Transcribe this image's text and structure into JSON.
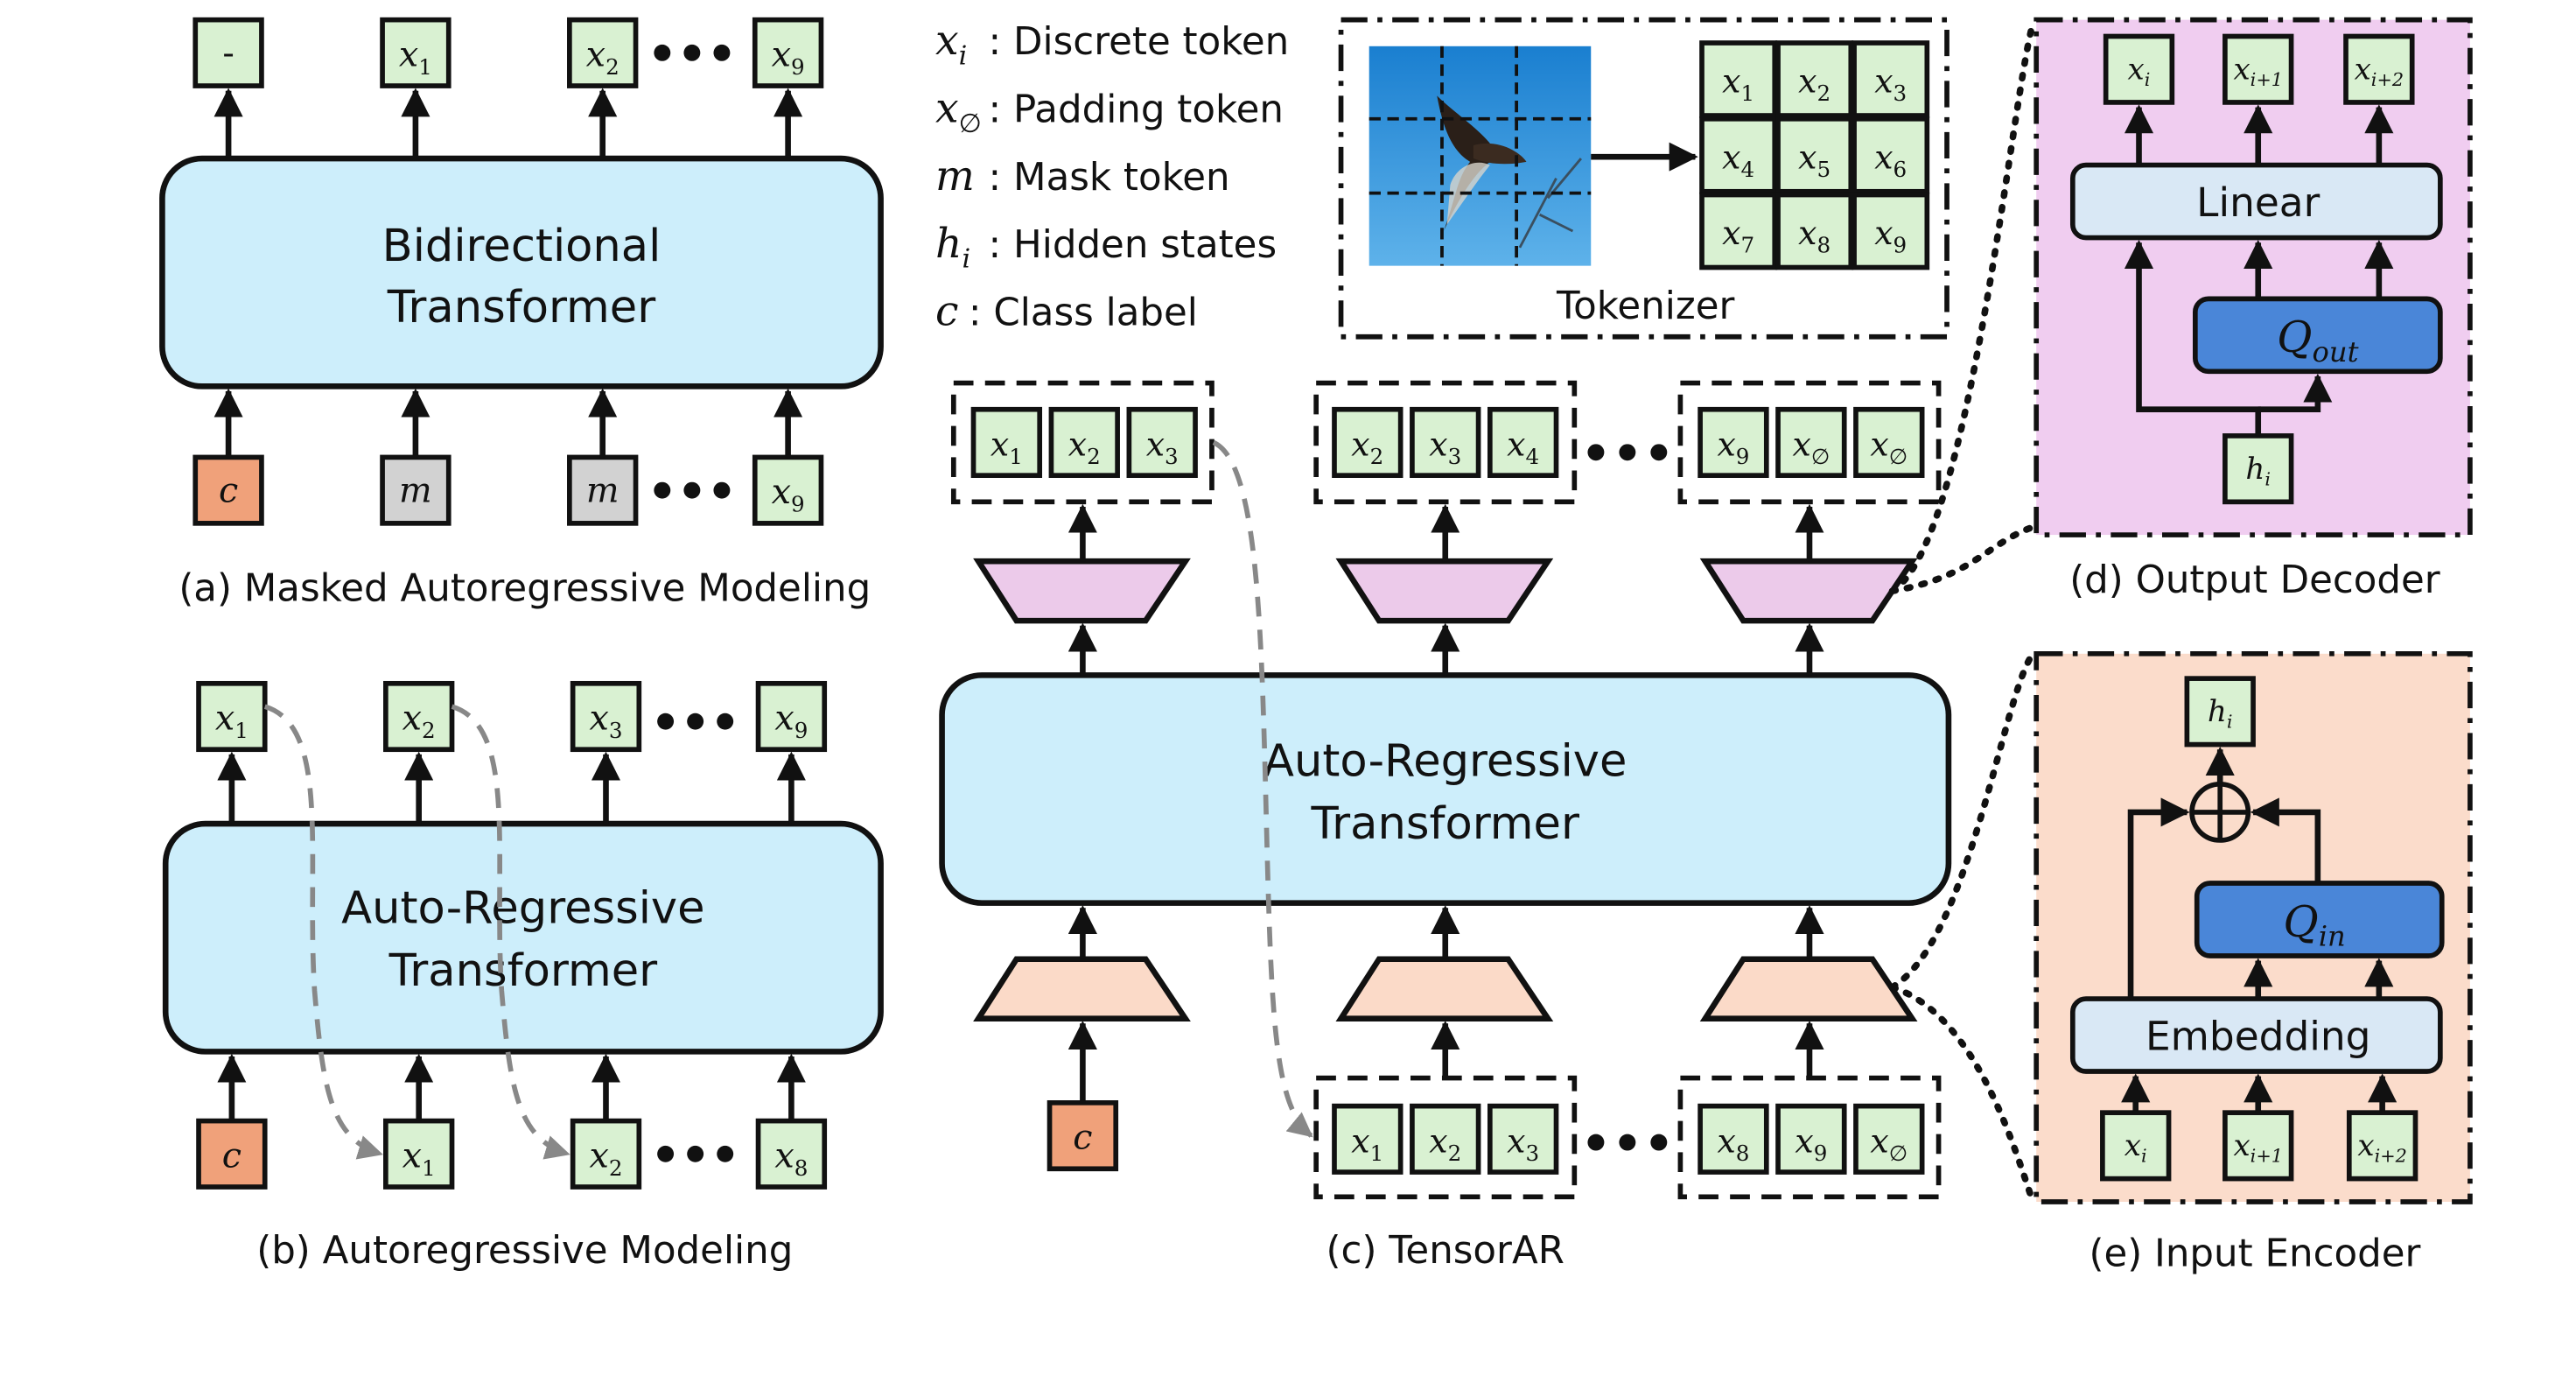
{
  "legend": {
    "items": [
      {
        "symbol": "x",
        "sub": "i",
        "text": ": Discrete token"
      },
      {
        "symbol": "x",
        "sub": "∅",
        "text": ": Padding token"
      },
      {
        "symbol": "m",
        "sub": "",
        "text": ": Mask token"
      },
      {
        "symbol": "h",
        "sub": "i",
        "text": ": Hidden states"
      },
      {
        "symbol": "c",
        "sub": "",
        "text": ":  Class label"
      }
    ]
  },
  "tokenizer": {
    "label": "Tokenizer",
    "grid": [
      [
        "1",
        "2",
        "3"
      ],
      [
        "4",
        "5",
        "6"
      ],
      [
        "7",
        "8",
        "9"
      ]
    ]
  },
  "panel_a": {
    "title_line1": "Bidirectional",
    "title_line2": "Transformer",
    "caption": "(a) Masked Autoregressive Modeling",
    "outputs": [
      "-",
      "1",
      "2",
      "9"
    ],
    "inputs": [
      "c",
      "m",
      "m",
      "9"
    ]
  },
  "panel_b": {
    "title_line1": "Auto-Regressive",
    "title_line2": "Transformer",
    "caption": "(b) Autoregressive Modeling",
    "outputs": [
      "1",
      "2",
      "3",
      "9"
    ],
    "inputs": [
      "c",
      "1",
      "2",
      "8"
    ]
  },
  "panel_c": {
    "title_line1": "Auto-Regressive",
    "title_line2": "Transformer",
    "caption": "(c) TensorAR",
    "out_groups": [
      [
        "1",
        "2",
        "3"
      ],
      [
        "2",
        "3",
        "4"
      ],
      [
        "9",
        "∅",
        "∅"
      ]
    ],
    "in_groups": [
      [
        "1",
        "2",
        "3"
      ],
      [
        "8",
        "9",
        "∅"
      ]
    ],
    "class_token": "c"
  },
  "panel_d": {
    "caption": "(d) Output Decoder",
    "linear_label": "Linear",
    "q_label": "Q",
    "q_sub": "out",
    "outputs": [
      "i",
      "i+1",
      "i+2"
    ],
    "input": "i",
    "bg_color": "#f0cdf0"
  },
  "panel_e": {
    "caption": "(e) Input Encoder",
    "embedding_label": "Embedding",
    "q_label": "Q",
    "q_sub": "in",
    "output": "i",
    "inputs": [
      "i",
      "i+1",
      "i+2"
    ],
    "bg_color": "#fbdccb"
  },
  "colors": {
    "token_green": "#d9f1d2",
    "transformer_blue": "#cdeefb",
    "class_orange": "#f0a17a",
    "mask_gray": "#d2d2d2",
    "query_blue": "#4a86d8",
    "sky": "#2b8fd8"
  }
}
